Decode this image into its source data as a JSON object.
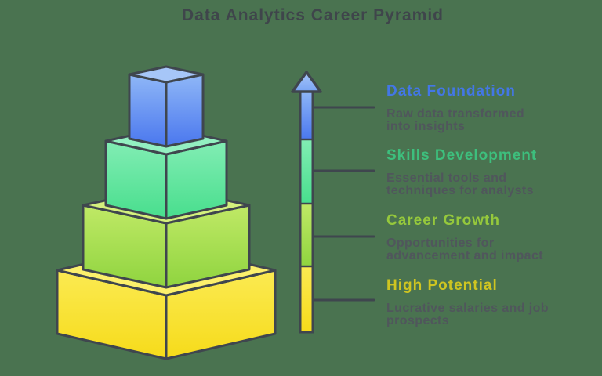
{
  "title": "Data Analytics Career Pyramid",
  "colors": {
    "background": "#4A7350",
    "outline": "#3F464E",
    "title_text": "#3F454B",
    "description_text": "#50565C"
  },
  "sections": [
    {
      "heading": "Data Foundation",
      "heading_color": "#4377E6",
      "lines": [
        "Raw data transformed",
        "into insights"
      ]
    },
    {
      "heading": "Skills Development",
      "heading_color": "#3DBF7D",
      "lines": [
        "Essential tools and",
        "techniques for analysts"
      ]
    },
    {
      "heading": "Career Growth",
      "heading_color": "#95C83C",
      "lines": [
        "Opportunities for",
        "advancement and impact"
      ]
    },
    {
      "heading": "High Potential",
      "heading_color": "#CFC521",
      "lines": [
        "Lucrative salaries and job",
        "prospects"
      ]
    }
  ],
  "pyramid": {
    "levels": [
      {
        "name": "high-potential",
        "top": "#FCF06C",
        "side_light": "#FBEA52",
        "side_dark": "#F6DB1A"
      },
      {
        "name": "career-growth",
        "top": "#D4F07D",
        "side_light": "#C0E966",
        "side_dark": "#8FD43F"
      },
      {
        "name": "skills-development",
        "top": "#93F0C1",
        "side_light": "#82EDB4",
        "side_dark": "#48DE8D"
      },
      {
        "name": "data-foundation",
        "top": "#A6C6F8",
        "side_light": "#8FB7F7",
        "side_dark": "#4A77EE"
      }
    ]
  },
  "arrow": {
    "head_light": "#A9C7F8",
    "head_dark": "#78A4F4"
  }
}
